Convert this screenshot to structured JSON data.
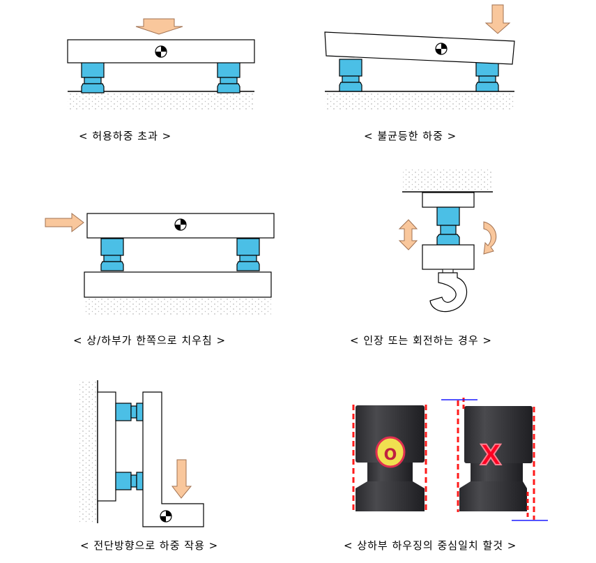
{
  "captions": {
    "overload": "<  허용하중 초과 >",
    "uneven": "< 불균등한 하중 >",
    "offset": "< 상/하부가 한쪽으로 치우침 >",
    "tension_rotation": "< 인장 또는 회전하는 경우 >",
    "shear": "< 전단방향으로 하중 작용 >",
    "alignment": "< 상하부 하우징의 중심일치 할것 >"
  },
  "marks": {
    "correct": "O",
    "wrong": "X"
  },
  "colors": {
    "mount": "#4bbfe6",
    "arrow": "#f9c79c",
    "housing": "#2c2c30",
    "dash": "#ff1a1a",
    "dimension": "#1a1aff",
    "correct_mark": "#f0e050",
    "wrong_mark": "#ff0022"
  }
}
